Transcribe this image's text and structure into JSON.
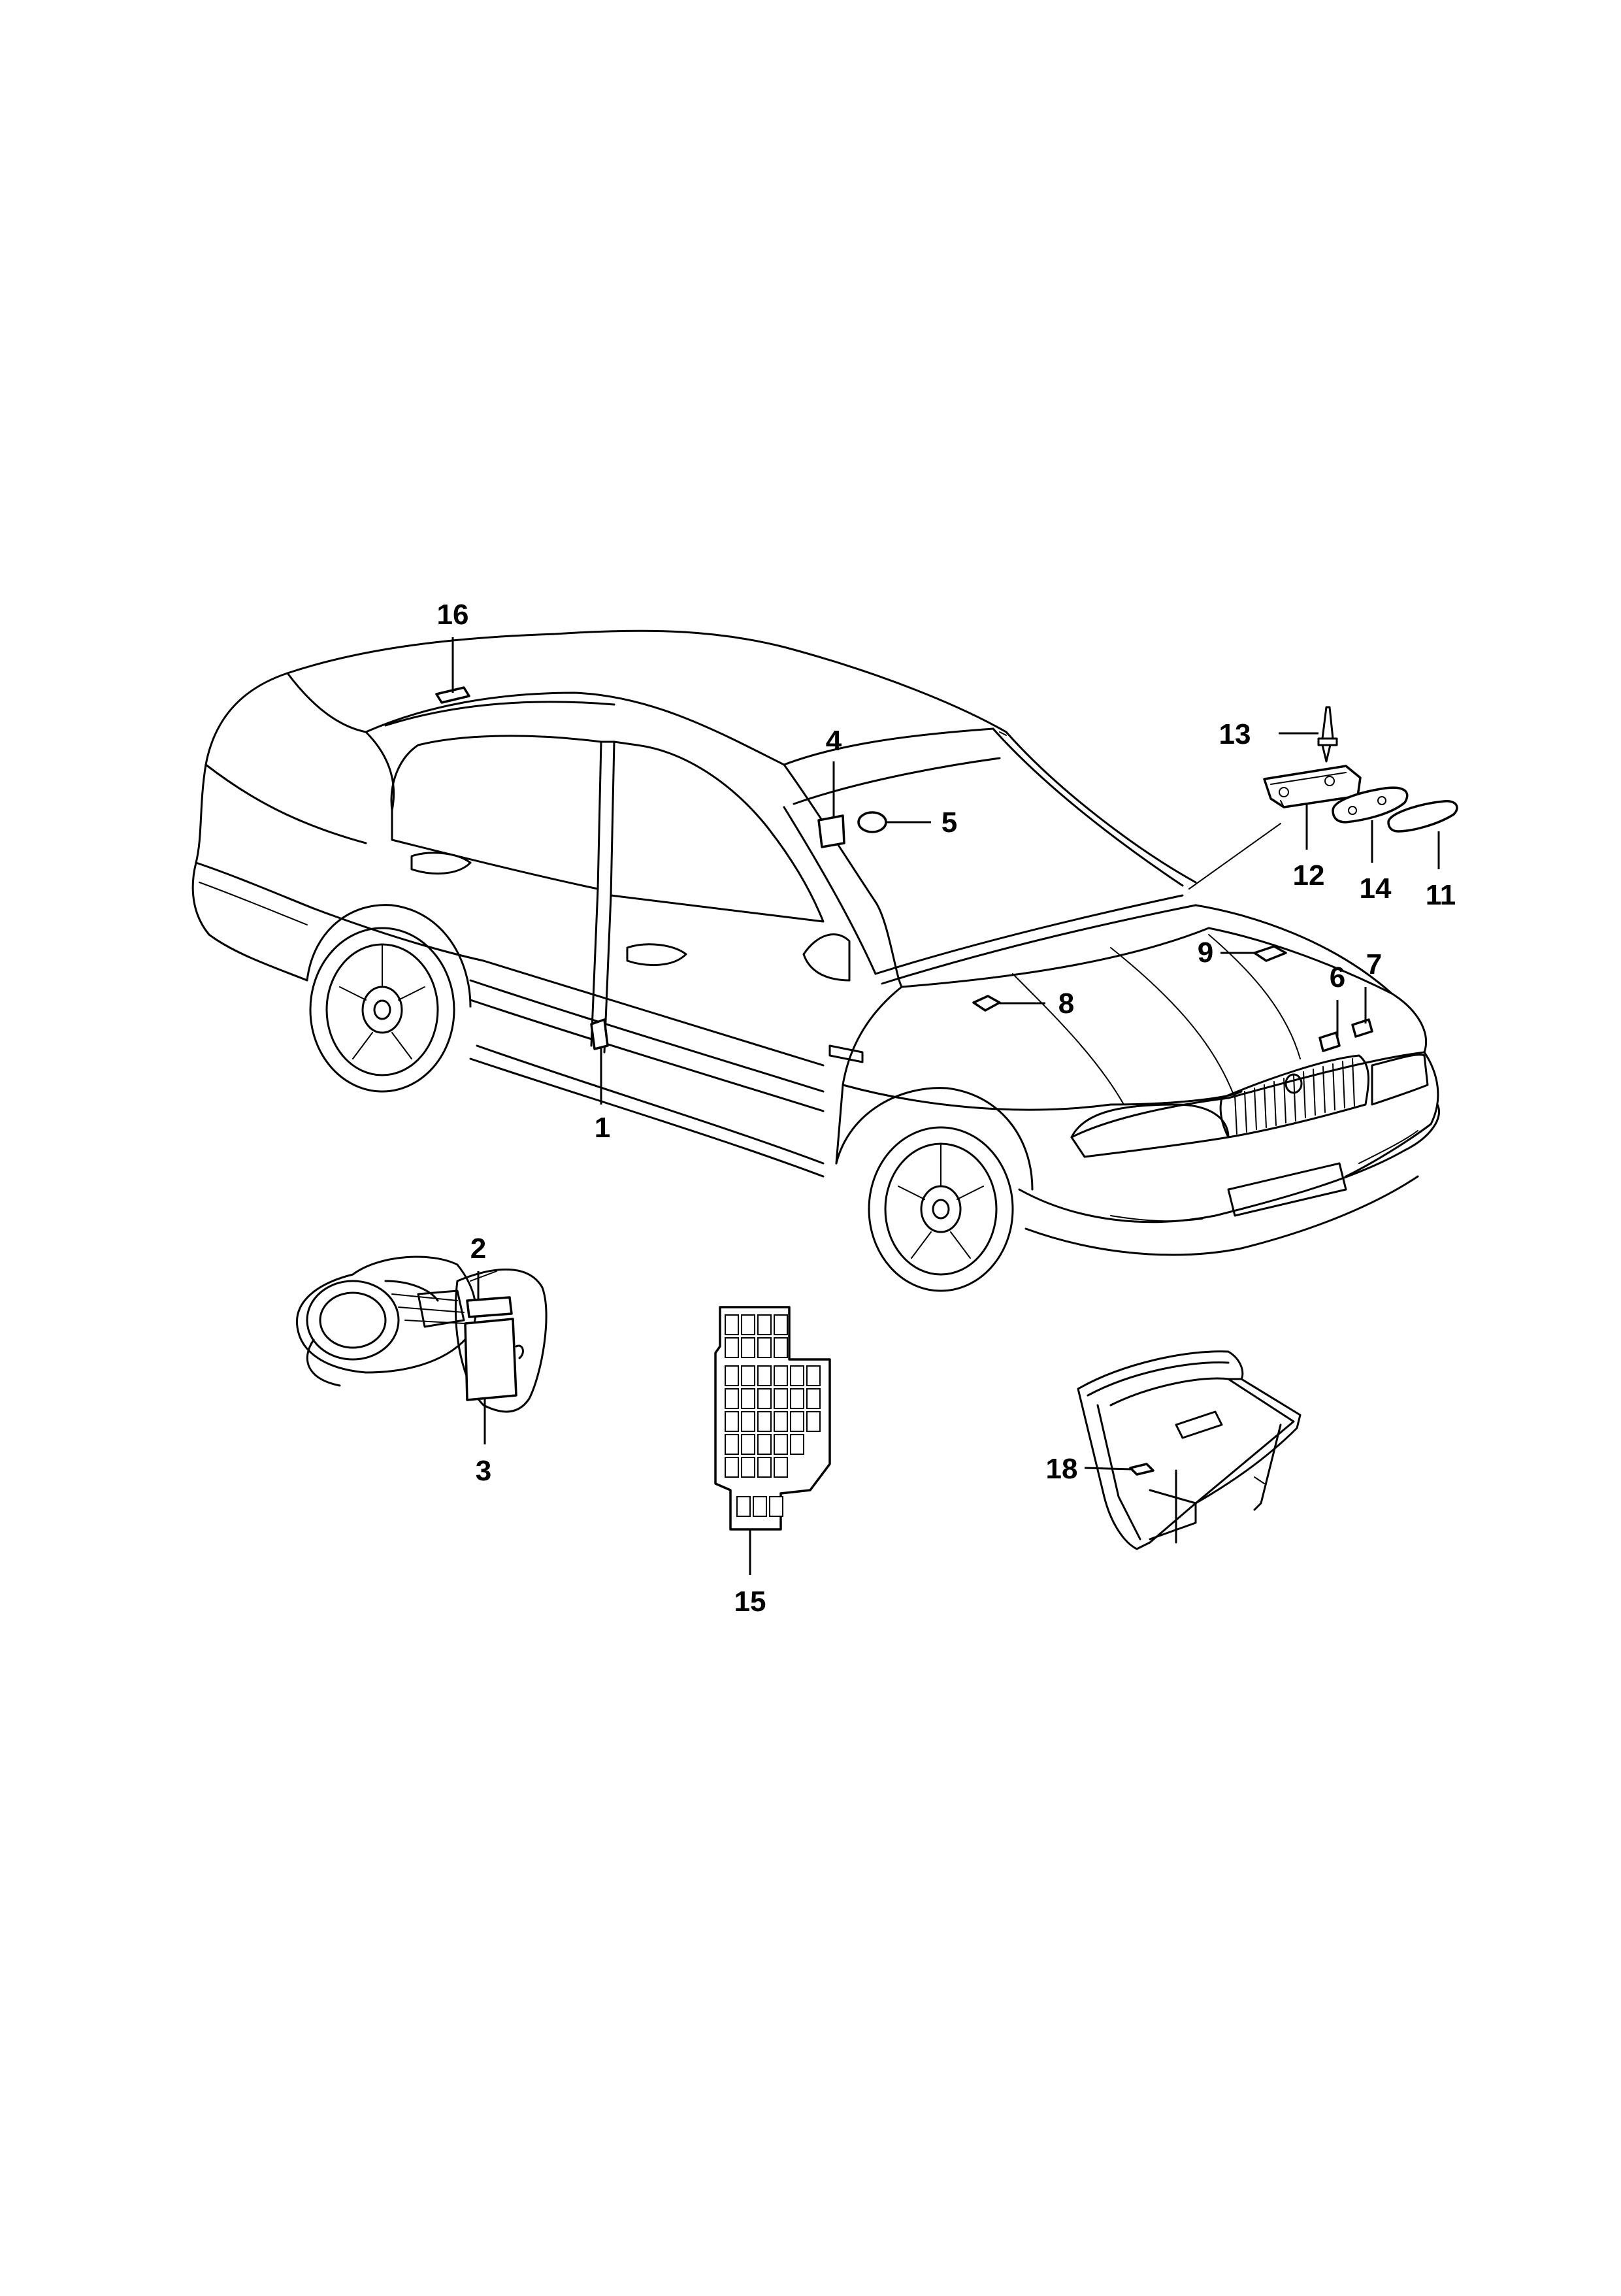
{
  "diagram": {
    "callouts": [
      {
        "id": "c16",
        "label": "16"
      },
      {
        "id": "c13",
        "label": "13"
      },
      {
        "id": "c4",
        "label": "4"
      },
      {
        "id": "c5",
        "label": "5"
      },
      {
        "id": "c12",
        "label": "12"
      },
      {
        "id": "c14",
        "label": "14"
      },
      {
        "id": "c11",
        "label": "11"
      },
      {
        "id": "c9",
        "label": "9"
      },
      {
        "id": "c6",
        "label": "6"
      },
      {
        "id": "c7",
        "label": "7"
      },
      {
        "id": "c8",
        "label": "8"
      },
      {
        "id": "c1",
        "label": "1"
      },
      {
        "id": "c2",
        "label": "2"
      },
      {
        "id": "c3",
        "label": "3"
      },
      {
        "id": "c15",
        "label": "15"
      },
      {
        "id": "c18",
        "label": "18"
      }
    ]
  }
}
